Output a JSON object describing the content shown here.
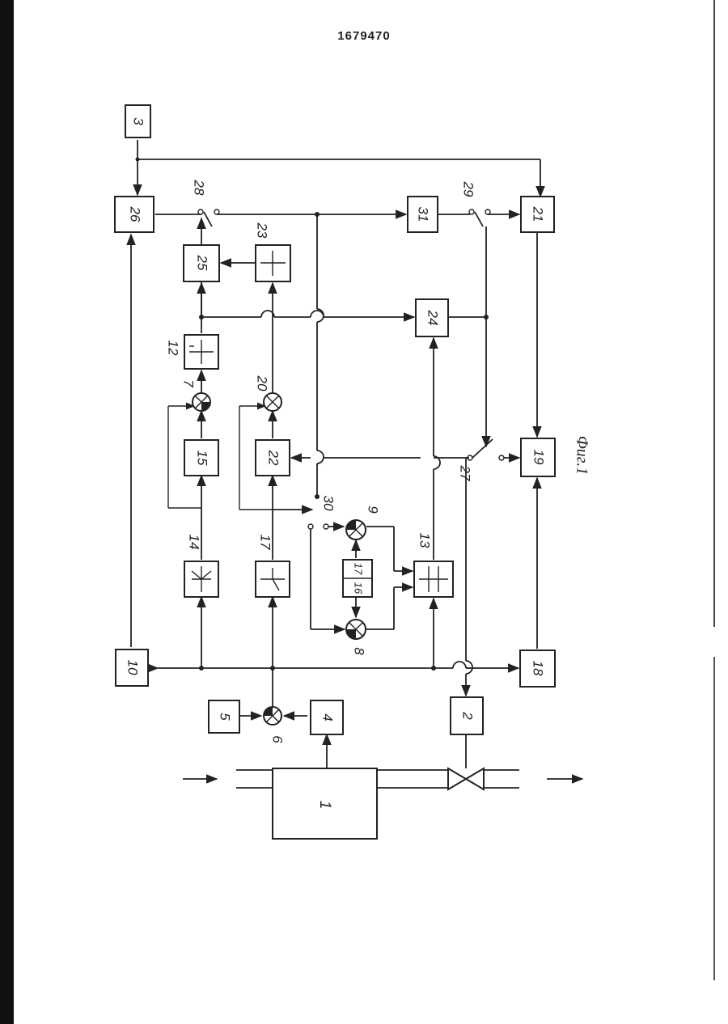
{
  "document": {
    "number": "1679470",
    "caption": "Фиг.1"
  },
  "labels": {
    "b1": "1",
    "b2": "2",
    "b3": "3",
    "b4": "4",
    "b5": "5",
    "s6": "6",
    "s7": "7",
    "s8": "8",
    "s9": "9",
    "b10": "10",
    "b12": "12",
    "b13": "13",
    "b14": "14",
    "b15": "15",
    "b16": "16",
    "b17a": "17",
    "b17b": "17",
    "b18": "18",
    "b19": "19",
    "s20": "20",
    "b21": "21",
    "b22": "22",
    "b23": "23",
    "b24": "24",
    "b25": "25",
    "b26": "26",
    "k27": "27",
    "k28": "28",
    "k29": "29",
    "k30": "30",
    "b31": "31"
  }
}
